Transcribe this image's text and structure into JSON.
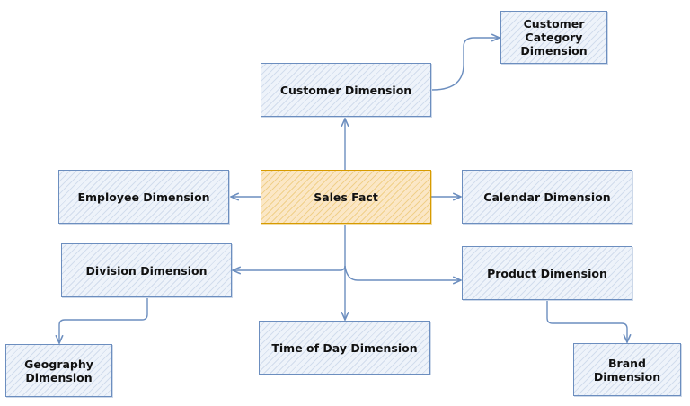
{
  "diagram": {
    "colors": {
      "dimension_border": "#6c8ebf",
      "dimension_fill": "#dae8fc",
      "fact_border": "#d79b00",
      "fact_fill": "#ffe6cc",
      "edge": "#6c8ebf"
    },
    "nodes": {
      "sales_fact": "Sales Fact",
      "customer": "Customer Dimension",
      "customer_category": "Customer\nCategory\nDimension",
      "employee": "Employee Dimension",
      "calendar": "Calendar Dimension",
      "division": "Division Dimension",
      "product": "Product Dimension",
      "geography": "Geography\nDimension",
      "time_of_day": "Time of Day Dimension",
      "brand": "Brand Dimension"
    },
    "edges": [
      {
        "from": "sales_fact",
        "to": "customer"
      },
      {
        "from": "customer",
        "to": "customer_category"
      },
      {
        "from": "sales_fact",
        "to": "employee"
      },
      {
        "from": "sales_fact",
        "to": "calendar"
      },
      {
        "from": "sales_fact",
        "to": "division"
      },
      {
        "from": "sales_fact",
        "to": "product"
      },
      {
        "from": "sales_fact",
        "to": "time_of_day"
      },
      {
        "from": "division",
        "to": "geography"
      },
      {
        "from": "product",
        "to": "brand"
      }
    ]
  }
}
